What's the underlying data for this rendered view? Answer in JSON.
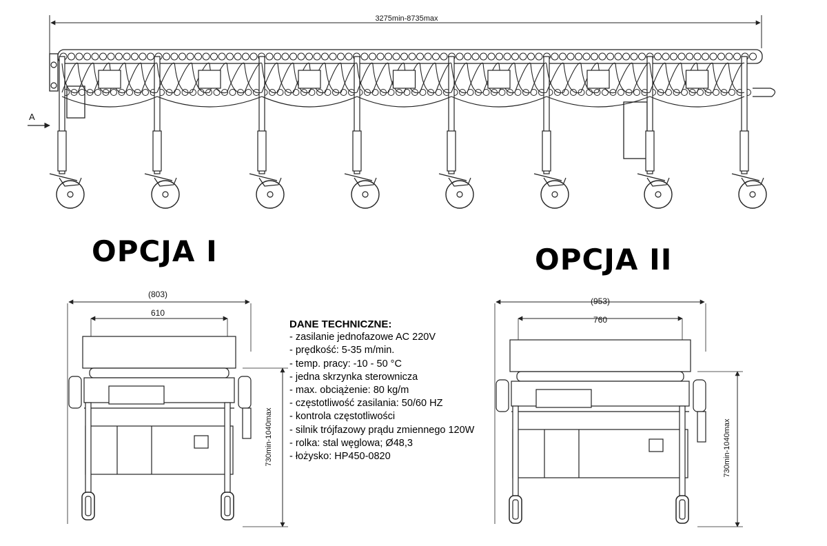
{
  "top_view": {
    "length_dimension": "3275min-8735max",
    "arrow_label": "A"
  },
  "options": [
    {
      "title": "OPCJA I",
      "width_overall": "(803)",
      "width_inner": "610",
      "height": "730min-1040max"
    },
    {
      "title": "OPCJA II",
      "width_overall": "(953)",
      "width_inner": "760",
      "height": "730min-1040max"
    }
  ],
  "specs": {
    "heading": "DANE TECHNICZNE:",
    "items": [
      "zasilanie jednofazowe AC 220V",
      "prędkość: 5-35 m/min.",
      "temp. pracy: -10 - 50 °C",
      "jedna skrzynka sterownicza",
      "max. obciążenie: 80 kg/m",
      "częstotliwość zasilania: 50/60 HZ",
      "kontrola częstotliwości",
      "silnik trójfazowy prądu zmiennego 120W",
      "rolka: stal węglowa; Ø48,3",
      "łożysko: HP450-0820"
    ]
  }
}
